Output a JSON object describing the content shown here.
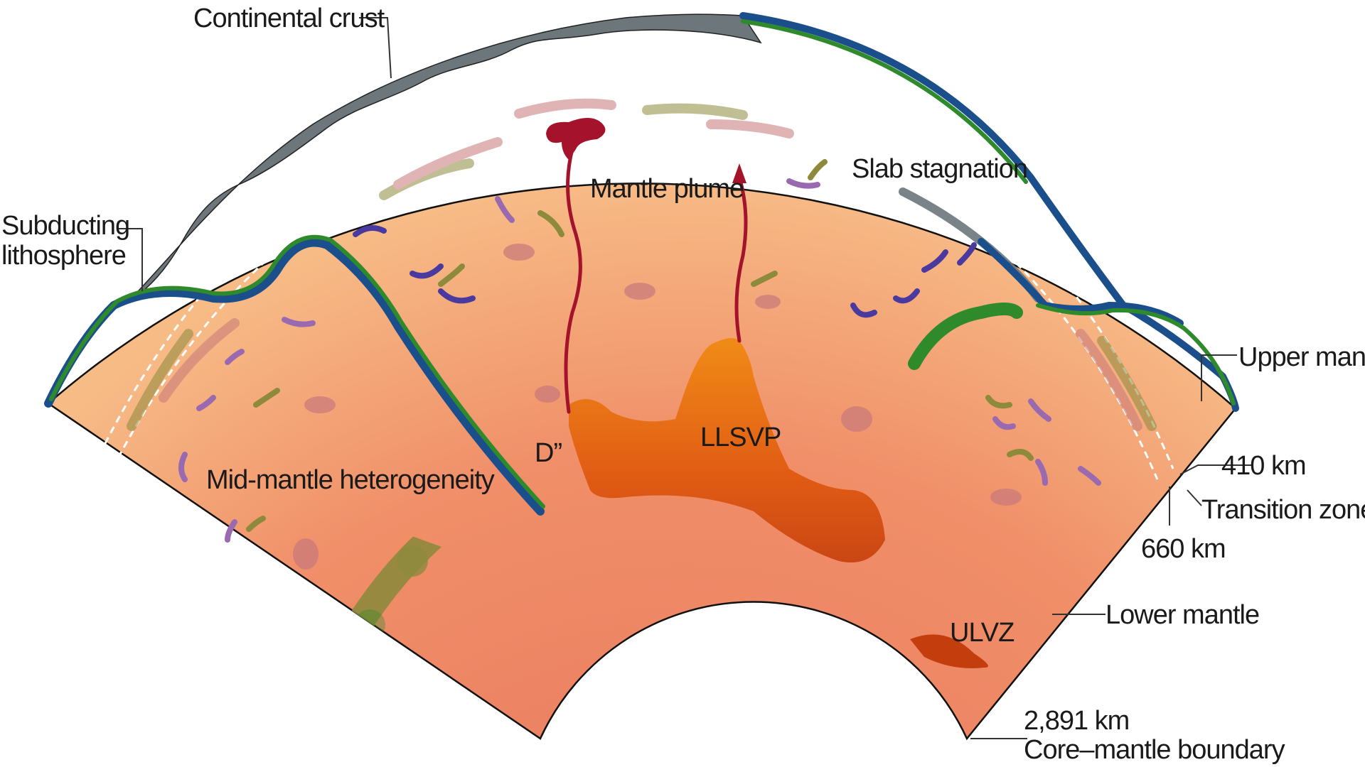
{
  "labels": {
    "continental_crust": "Continental crust",
    "subducting_line1": "Subducting",
    "subducting_line2": "lithosphere",
    "mantle_plume": "Mantle plume",
    "slab_stagnation": "Slab stagnation",
    "upper_mantle": "Upper mantle",
    "km_410": "410 km",
    "transition_zone": "Transition zone",
    "km_660": "660 km",
    "lower_mantle": "Lower mantle",
    "km_2891": "2,891 km",
    "core_mantle_boundary": "Core–mantle boundary",
    "mid_mantle": "Mid-mantle heterogeneity",
    "d_double_prime": "D”",
    "llsvp": "LLSVP",
    "ulvz": "ULVZ"
  },
  "colors": {
    "mantle_outer": "#f6b983",
    "mantle_inner": "#ee8966",
    "crust": "#6c767b",
    "lithosphere_blue": "#1b4f8c",
    "lithosphere_green": "#2f8a2c",
    "plume": "#a5122c",
    "llsvp": "#e9640f",
    "ulvz": "#c43d0d",
    "cmb_olive": "#8d8a3c",
    "dashed": "#ffffff"
  }
}
